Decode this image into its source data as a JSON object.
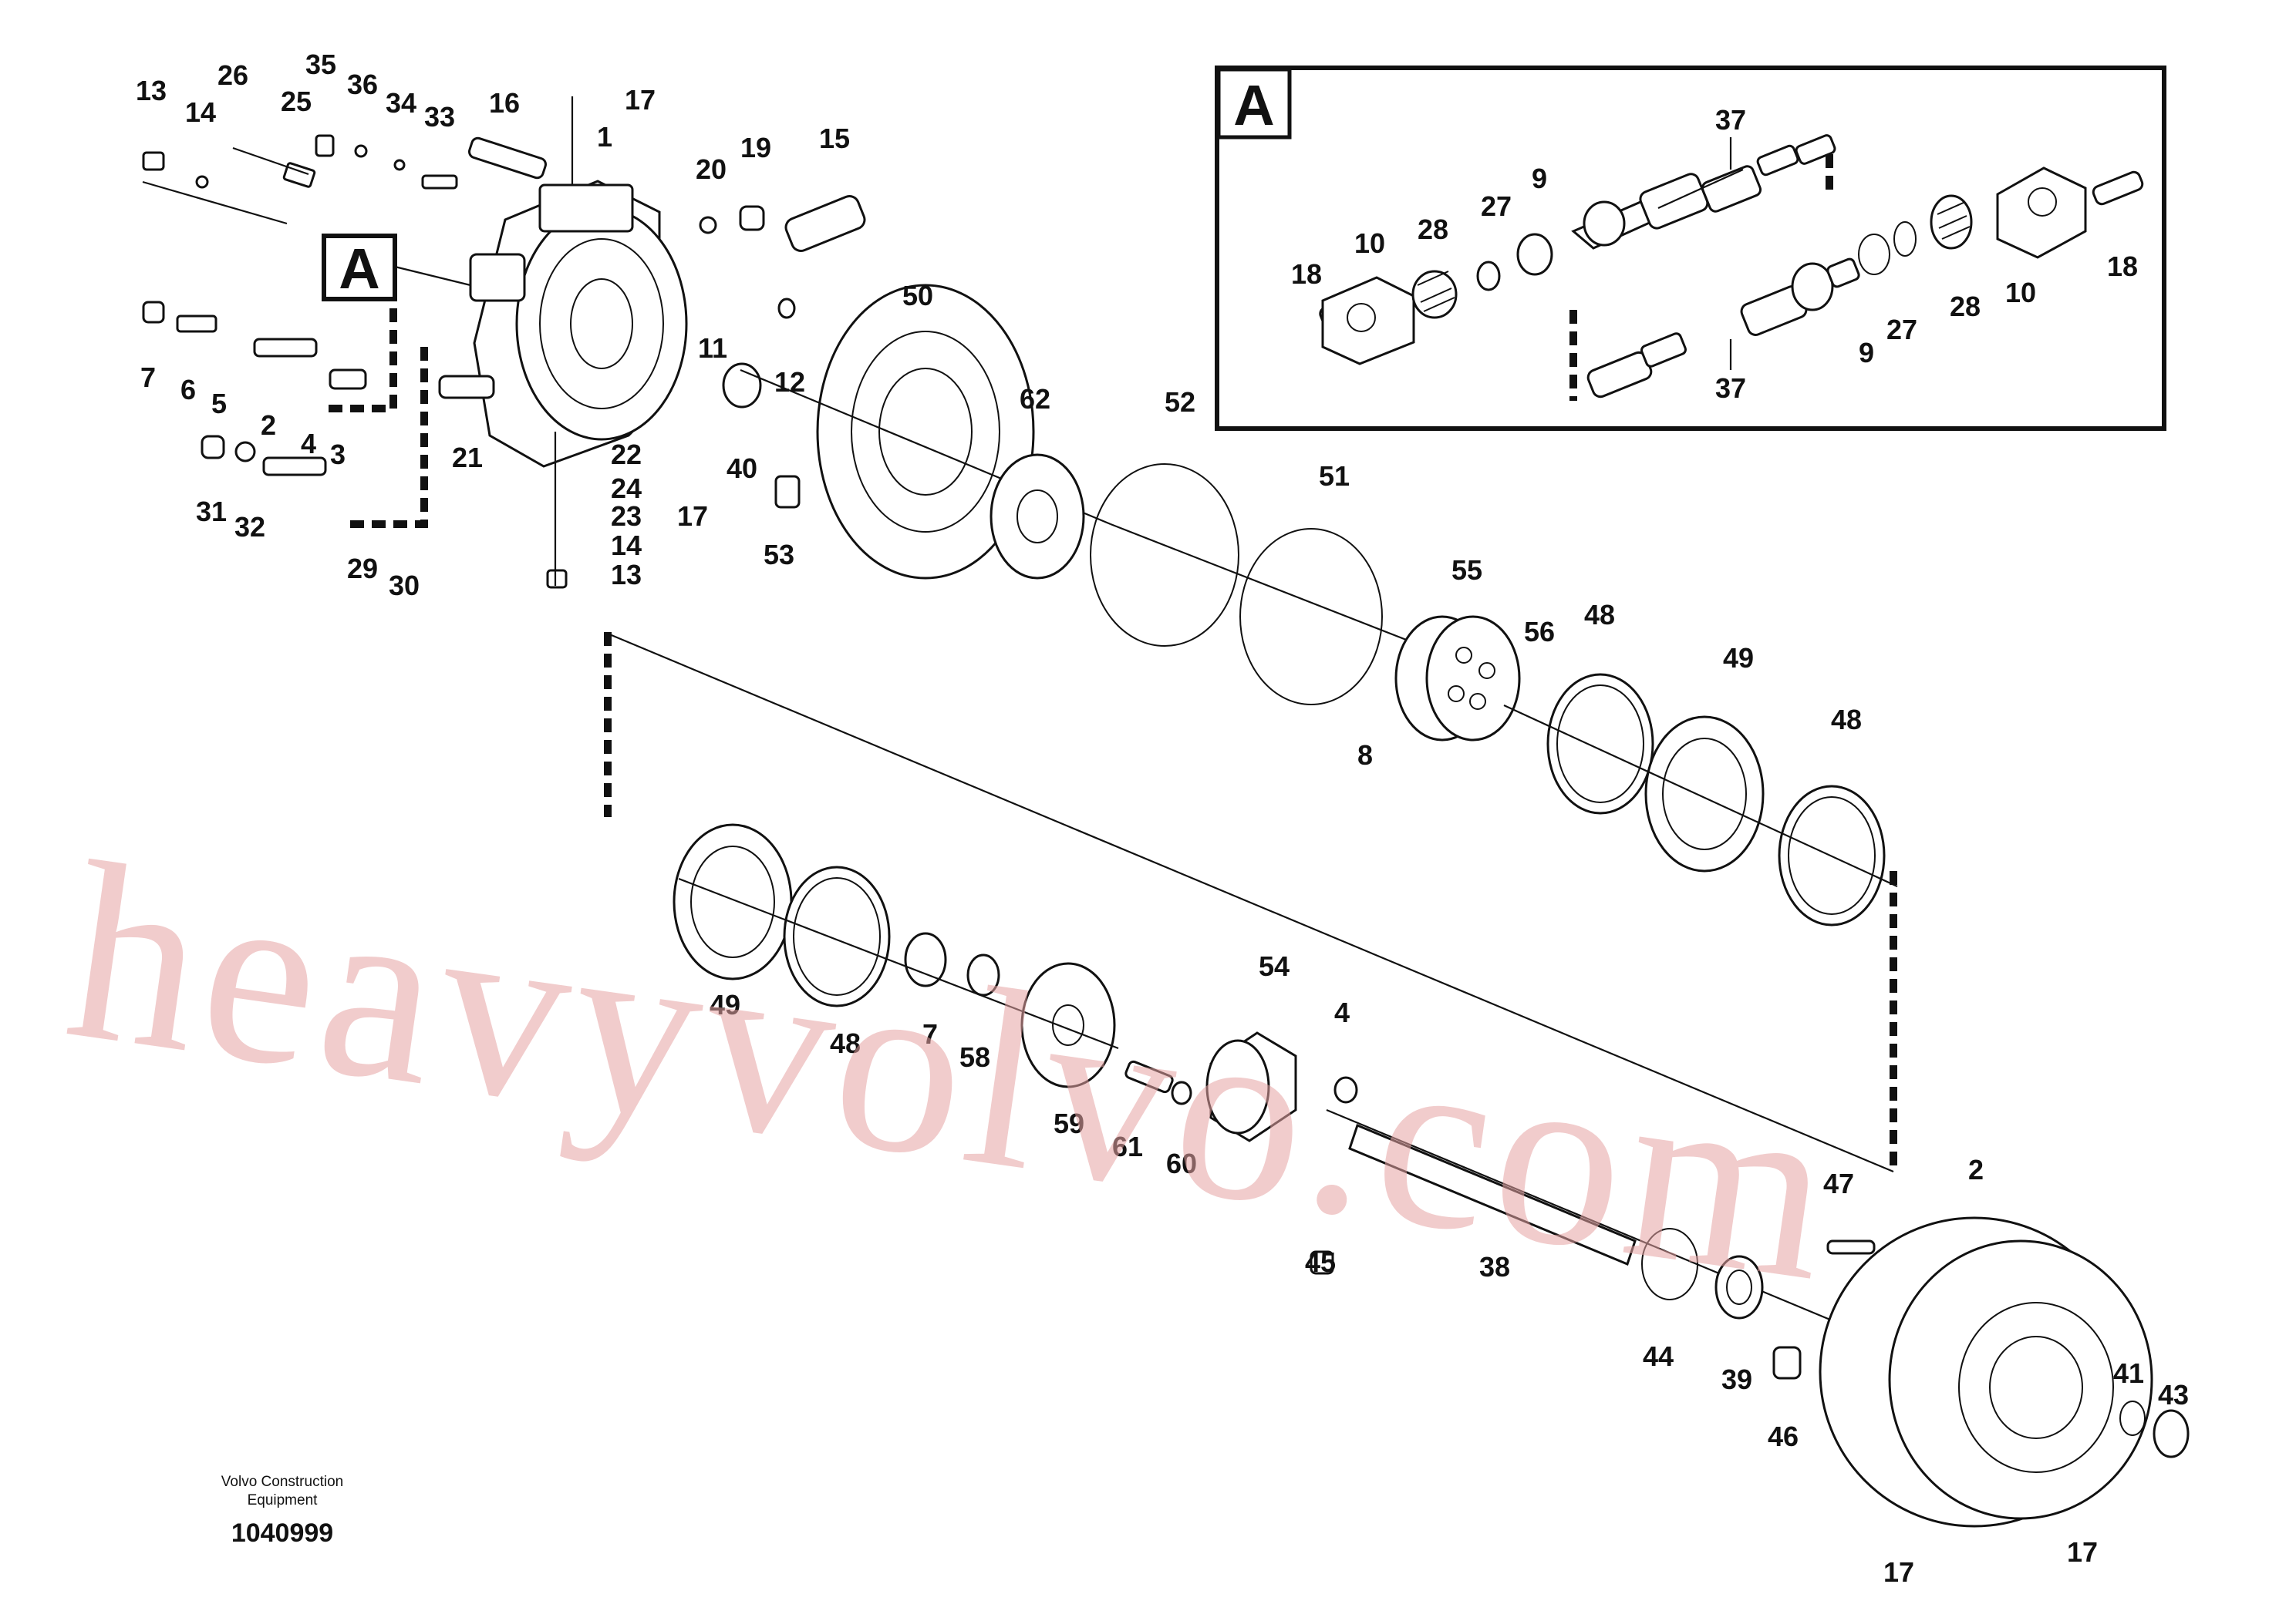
{
  "watermark": "heavyvolvo.com",
  "inset": {
    "title": "A"
  },
  "callout": "A",
  "footer": {
    "company_line1": "Volvo Construction",
    "company_line2": "Equipment",
    "drawing_number": "1040999"
  },
  "labels": {
    "l13a": "13",
    "l14a": "14",
    "l26": "26",
    "l25": "25",
    "l35": "35",
    "l36": "36",
    "l34": "34",
    "l33": "33",
    "l16": "16",
    "l17a": "17",
    "l1": "1",
    "l20": "20",
    "l19": "19",
    "l15": "15",
    "l7a": "7",
    "l6": "6",
    "l5": "5",
    "l2a": "2",
    "l4": "4",
    "l3": "3",
    "l11": "11",
    "l12": "12",
    "l50": "50",
    "l40": "40",
    "l21": "21",
    "l22": "22",
    "l17b": "17",
    "l31": "31",
    "l32": "32",
    "l24": "24",
    "l23": "23",
    "l14b": "14",
    "l13b": "13",
    "l29": "29",
    "l30": "30",
    "l53": "53",
    "l62": "62",
    "l52": "52",
    "l51": "51",
    "l55": "55",
    "l56": "56",
    "l48a": "48",
    "l8": "8",
    "l49a": "49",
    "l48b": "48",
    "l49b": "49",
    "l48c": "48",
    "l7b": "7",
    "l58": "58",
    "l59": "59",
    "l54": "54",
    "l4b": "4",
    "l61": "61",
    "l60": "60",
    "l45": "45",
    "l38": "38",
    "l47": "47",
    "l2b": "2",
    "l44": "44",
    "l39": "39",
    "l46": "46",
    "l41": "41",
    "l43": "43",
    "l17c": "17",
    "l17d": "17",
    "i37a": "37",
    "i10a": "10",
    "i28a": "28",
    "i27a": "27",
    "i9a": "9",
    "i18a": "18",
    "i18b": "18",
    "i10b": "10",
    "i28b": "28",
    "i27b": "27",
    "i9b": "9",
    "i37b": "37"
  }
}
